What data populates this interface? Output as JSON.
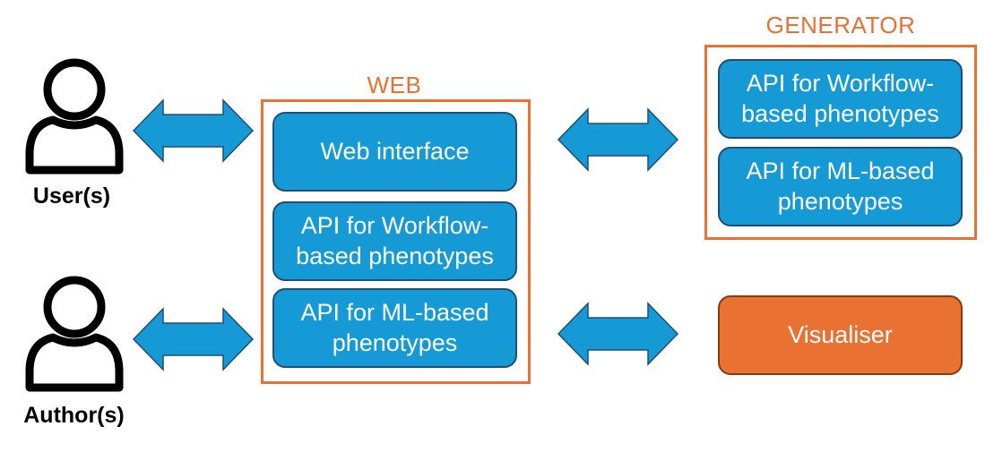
{
  "actors": {
    "user_label": "User(s)",
    "author_label": "Author(s)"
  },
  "web": {
    "label": "WEB",
    "web_interface": "Web interface",
    "api_workflow_line1": "API for Workflow-",
    "api_workflow_line2": "based phenotypes",
    "api_ml_line1": "API for ML-based",
    "api_ml_line2": "phenotypes"
  },
  "generator": {
    "label": "GENERATOR",
    "api_workflow_line1": "API for Workflow-",
    "api_workflow_line2": "based phenotypes",
    "api_ml_line1": "API for ML-based",
    "api_ml_line2": "phenotypes"
  },
  "visualiser": {
    "label": "Visualiser"
  },
  "colors": {
    "box_fill": "#159AD6",
    "box_border": "#1F4E79",
    "accent": "#E97132",
    "visualiser_border": "#843C0C",
    "arrow_fill": "#159AD6"
  },
  "icons": {
    "user": "person-icon",
    "author": "person-icon",
    "arrows": "double-arrow-icon"
  }
}
